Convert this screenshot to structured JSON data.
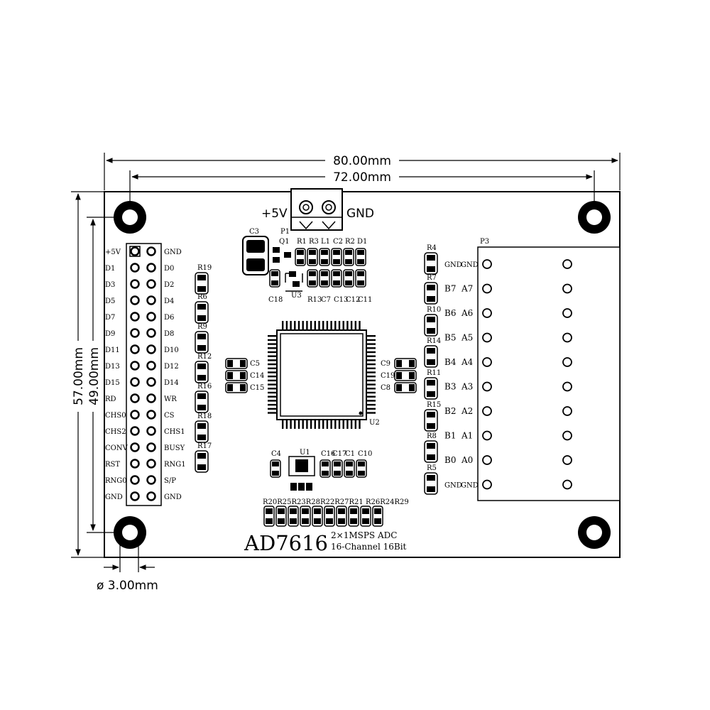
{
  "dimensions": {
    "width_outer": "80.00mm",
    "width_inner": "72.00mm",
    "height_outer": "57.00mm",
    "height_inner": "49.00mm",
    "hole_diameter": "ø 3.00mm"
  },
  "power_connector": {
    "plus_label": "+5V",
    "gnd_label": "GND",
    "ref": "P1"
  },
  "top_components": [
    "Q1",
    "R1",
    "R3",
    "L1",
    "C2",
    "R2",
    "D1"
  ],
  "cap_c3": "C3",
  "bottom_power_labels": [
    "C18",
    "U3",
    "R13",
    "C7",
    "C13",
    "C12",
    "C11"
  ],
  "resistors_left": [
    "R19",
    "R6",
    "R9",
    "R12",
    "R16",
    "R18",
    "R17"
  ],
  "caps_left": [
    "C5",
    "C14",
    "C15"
  ],
  "caps_right": [
    "C9",
    "C19",
    "C8"
  ],
  "ic_label": "U2",
  "resistors_right": [
    "R4",
    "R7",
    "R10",
    "R14",
    "R11",
    "R15",
    "R8",
    "R5"
  ],
  "header_left_labels": [
    "+5V",
    "D1",
    "D3",
    "D5",
    "D7",
    "D9",
    "D11",
    "D13",
    "D15",
    "RD",
    "CHS0",
    "CHS2",
    "CONV",
    "RST",
    "RNG0",
    "GND"
  ],
  "header_right_labels": [
    "GND",
    "D0",
    "D2",
    "D4",
    "D6",
    "D8",
    "D10",
    "D12",
    "D14",
    "WR",
    "CS",
    "CHS1",
    "BUSY",
    "RNG1",
    "S/P",
    "GND"
  ],
  "p3": {
    "ref": "P3",
    "b_labels": [
      "GND",
      "B7",
      "B6",
      "B5",
      "B4",
      "B3",
      "B2",
      "B1",
      "B0",
      "GND"
    ],
    "a_labels": [
      "GND",
      "A7",
      "A6",
      "A5",
      "A4",
      "A3",
      "A2",
      "A1",
      "A0",
      "GND"
    ]
  },
  "bottom_caps_labels": [
    "C4",
    "U1",
    "C16",
    "C17",
    "C1",
    "C10"
  ],
  "bottom_resistor_row": "R20R25R23R28R22R27R21 R26R24R29",
  "title": "AD7616",
  "subtitle_1": "2×1MSPS  ADC",
  "subtitle_2": "16-Channel  16Bit"
}
